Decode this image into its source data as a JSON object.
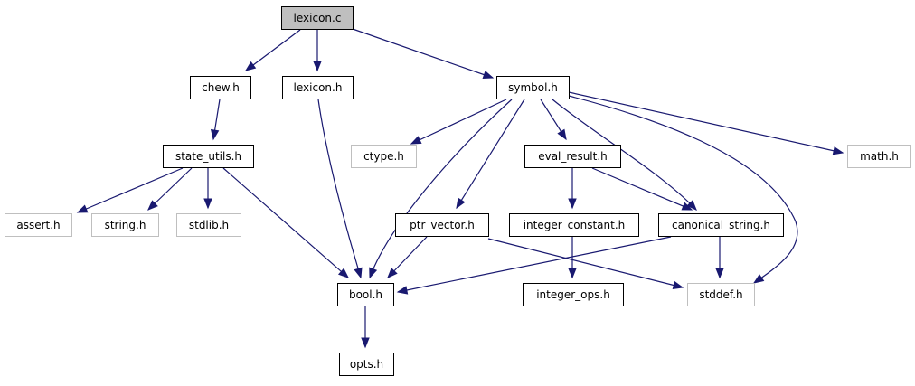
{
  "graph": {
    "edge_color": "#191970",
    "nodes": [
      {
        "id": "lexicon_c",
        "label": "lexicon.c",
        "style": "current"
      },
      {
        "id": "chew_h",
        "label": "chew.h",
        "style": "normal"
      },
      {
        "id": "lexicon_h",
        "label": "lexicon.h",
        "style": "normal"
      },
      {
        "id": "symbol_h",
        "label": "symbol.h",
        "style": "normal"
      },
      {
        "id": "state_utils_h",
        "label": "state_utils.h",
        "style": "normal"
      },
      {
        "id": "ctype_h",
        "label": "ctype.h",
        "style": "external"
      },
      {
        "id": "eval_result_h",
        "label": "eval_result.h",
        "style": "normal"
      },
      {
        "id": "math_h",
        "label": "math.h",
        "style": "external"
      },
      {
        "id": "assert_h",
        "label": "assert.h",
        "style": "external"
      },
      {
        "id": "string_h",
        "label": "string.h",
        "style": "external"
      },
      {
        "id": "stdlib_h",
        "label": "stdlib.h",
        "style": "external"
      },
      {
        "id": "ptr_vector_h",
        "label": "ptr_vector.h",
        "style": "normal"
      },
      {
        "id": "integer_constant_h",
        "label": "integer_constant.h",
        "style": "normal"
      },
      {
        "id": "canonical_string_h",
        "label": "canonical_string.h",
        "style": "normal"
      },
      {
        "id": "bool_h",
        "label": "bool.h",
        "style": "normal"
      },
      {
        "id": "integer_ops_h",
        "label": "integer_ops.h",
        "style": "normal"
      },
      {
        "id": "stddef_h",
        "label": "stddef.h",
        "style": "external"
      },
      {
        "id": "opts_h",
        "label": "opts.h",
        "style": "normal"
      }
    ],
    "edges": [
      {
        "from": "lexicon_c",
        "to": "chew_h"
      },
      {
        "from": "lexicon_c",
        "to": "lexicon_h"
      },
      {
        "from": "lexicon_c",
        "to": "symbol_h"
      },
      {
        "from": "chew_h",
        "to": "state_utils_h"
      },
      {
        "from": "state_utils_h",
        "to": "assert_h"
      },
      {
        "from": "state_utils_h",
        "to": "string_h"
      },
      {
        "from": "state_utils_h",
        "to": "stdlib_h"
      },
      {
        "from": "state_utils_h",
        "to": "bool_h"
      },
      {
        "from": "lexicon_h",
        "to": "bool_h"
      },
      {
        "from": "symbol_h",
        "to": "ctype_h"
      },
      {
        "from": "symbol_h",
        "to": "bool_h"
      },
      {
        "from": "symbol_h",
        "to": "ptr_vector_h"
      },
      {
        "from": "symbol_h",
        "to": "eval_result_h"
      },
      {
        "from": "symbol_h",
        "to": "canonical_string_h"
      },
      {
        "from": "symbol_h",
        "to": "math_h"
      },
      {
        "from": "symbol_h",
        "to": "stddef_h"
      },
      {
        "from": "eval_result_h",
        "to": "integer_constant_h"
      },
      {
        "from": "eval_result_h",
        "to": "canonical_string_h"
      },
      {
        "from": "integer_constant_h",
        "to": "integer_ops_h"
      },
      {
        "from": "ptr_vector_h",
        "to": "bool_h"
      },
      {
        "from": "ptr_vector_h",
        "to": "stddef_h"
      },
      {
        "from": "canonical_string_h",
        "to": "bool_h"
      },
      {
        "from": "canonical_string_h",
        "to": "stddef_h"
      },
      {
        "from": "bool_h",
        "to": "opts_h"
      }
    ]
  }
}
